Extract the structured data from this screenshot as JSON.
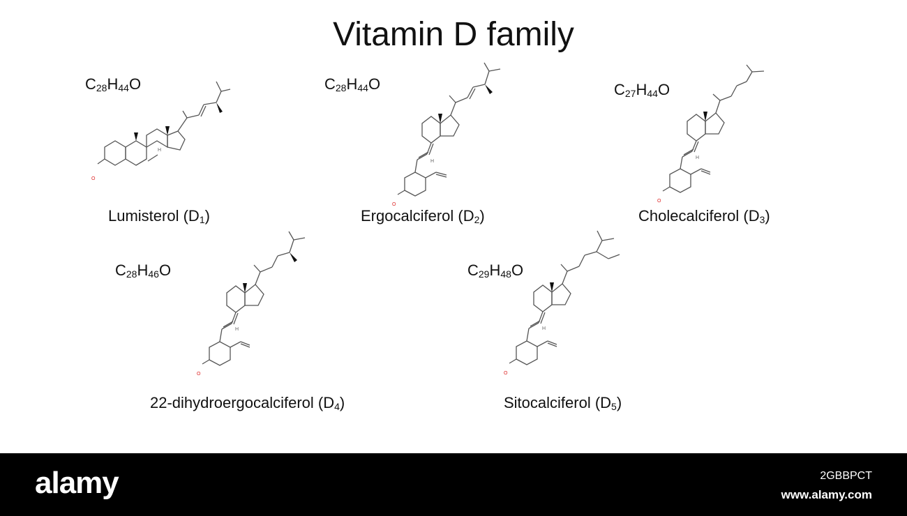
{
  "title": "Vitamin D family",
  "compounds": [
    {
      "name": "Lumisterol (D",
      "sub": "1",
      "close": ")",
      "formula": {
        "c": "C",
        "c_n": "28",
        "h": "H",
        "h_n": "44",
        "o": "O"
      }
    },
    {
      "name": "Ergocalciferol (D",
      "sub": "2",
      "close": ")",
      "formula": {
        "c": "C",
        "c_n": "28",
        "h": "H",
        "h_n": "44",
        "o": "O"
      }
    },
    {
      "name": "Cholecalciferol (D",
      "sub": "3",
      "close": ")",
      "formula": {
        "c": "C",
        "c_n": "27",
        "h": "H",
        "h_n": "44",
        "o": "O"
      }
    },
    {
      "name": "22-dihydroergocalciferol (D",
      "sub": "4",
      "close": ")",
      "formula": {
        "c": "C",
        "c_n": "28",
        "h": "H",
        "h_n": "46",
        "o": "O"
      }
    },
    {
      "name": "Sitocalciferol (D",
      "sub": "5",
      "close": ")",
      "formula": {
        "c": "C",
        "c_n": "29",
        "h": "H",
        "h_n": "48",
        "o": "O"
      }
    }
  ],
  "atom_labels": {
    "hydroxyl": "O",
    "hydrogen": "H"
  },
  "footer": {
    "brand": "alamy",
    "image_id": "2GBBPCT",
    "site": "www.alamy.com"
  },
  "colors": {
    "background": "#ffffff",
    "bond": "#555555",
    "oxygen": "#dd2222",
    "footer": "#000000"
  }
}
